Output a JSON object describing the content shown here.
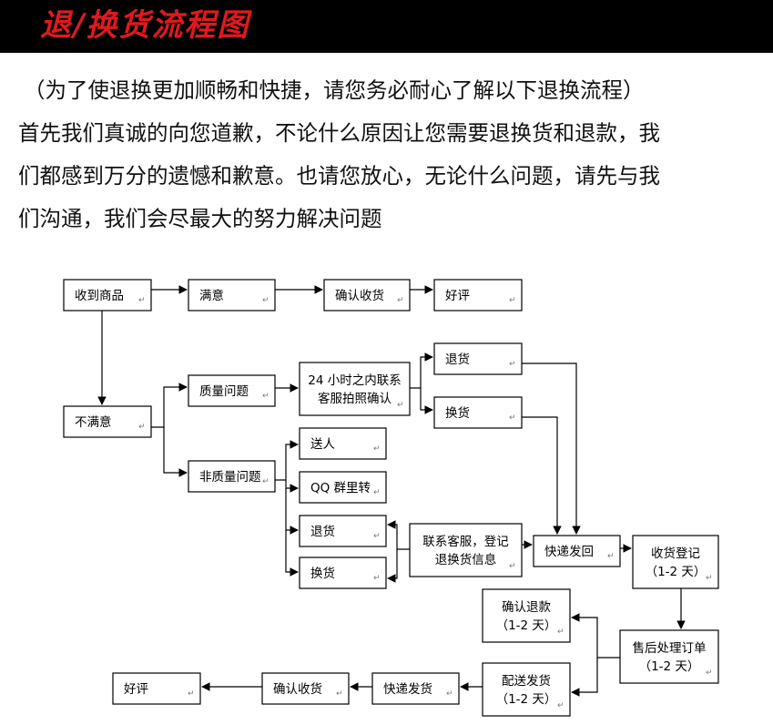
{
  "header": {
    "title": "退/换货流程图"
  },
  "intro": {
    "lines": [
      "（为了使退换更加顺畅和快捷，请您务必耐心了解以下退换流程）",
      "首先我们真诚的向您道歉，不论什么原因让您需要退换货和退款，我",
      "们都感到万分的遗憾和歉意。也请您放心，无论什么问题，请先与我",
      "们沟通，我们会尽最大的努力解决问题"
    ]
  },
  "flowchart": {
    "nodes": {
      "receive": {
        "lines": [
          "收到商品"
        ]
      },
      "satisfied": {
        "lines": [
          "满意"
        ]
      },
      "confirm_receipt_top": {
        "lines": [
          "确认收货"
        ]
      },
      "good_review_top": {
        "lines": [
          "好评"
        ]
      },
      "unsatisfied": {
        "lines": [
          "不满意"
        ]
      },
      "quality_issue": {
        "lines": [
          "质量问题"
        ]
      },
      "contact_24h": {
        "lines": [
          "24 小时之内联系",
          "客服拍照确认"
        ]
      },
      "return_a": {
        "lines": [
          "退货"
        ]
      },
      "exchange_a": {
        "lines": [
          "换货"
        ]
      },
      "non_quality_issue": {
        "lines": [
          "非质量问题"
        ]
      },
      "gift": {
        "lines": [
          "送人"
        ]
      },
      "qq_group": {
        "lines": [
          "QQ 群里转"
        ]
      },
      "return_b": {
        "lines": [
          "退货"
        ]
      },
      "exchange_b": {
        "lines": [
          "换货"
        ]
      },
      "register_info": {
        "lines": [
          "联系客服，登记",
          "退换货信息"
        ]
      },
      "ship_back": {
        "lines": [
          "快递发回"
        ]
      },
      "receipt_register": {
        "lines": [
          "收货登记",
          "（1-2 天）"
        ]
      },
      "confirm_refund": {
        "lines": [
          "确认退款",
          "（1-2 天）"
        ]
      },
      "after_sale": {
        "lines": [
          "售后处理订单",
          "（1-2 天）"
        ]
      },
      "dispatch": {
        "lines": [
          "配送发货",
          "（1-2 天）"
        ]
      },
      "courier_ship": {
        "lines": [
          "快递发货"
        ]
      },
      "confirm_receipt_bottom": {
        "lines": [
          "确认收货"
        ]
      },
      "good_review_bottom": {
        "lines": [
          "好评"
        ]
      }
    }
  }
}
